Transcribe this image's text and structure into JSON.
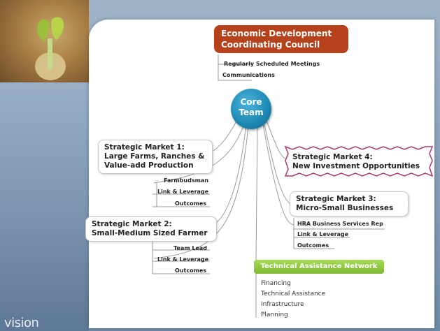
{
  "watermark": "vision",
  "econ_council": [
    "Economic Development",
    "Coordinating Council"
  ],
  "econ_items": [
    "Regularly Scheduled Meetings",
    "Communications"
  ],
  "core": [
    "Core",
    "Team"
  ],
  "sm1": [
    "Strategic Market 1:",
    "Large Farms, Ranches &",
    "Value-add Production"
  ],
  "sm1_items": [
    "Farmbudsman",
    "Link & Leverage",
    "Outcomes"
  ],
  "sm2": [
    "Strategic Market 2:",
    "Small-Medium Sized Farmer"
  ],
  "sm2_items": [
    "Team Lead",
    "Link & Leverage",
    "Outcomes"
  ],
  "sm3": [
    "Strategic Market 3:",
    "Micro-Small Businesses"
  ],
  "sm3_items": [
    "HRA Business Services Rep",
    "Link & Leverage",
    "Outcomes"
  ],
  "sm4": [
    "Strategic Market  4:",
    "New Investment Opportunities"
  ],
  "tan": "Technical Assistance Network",
  "tan_items": [
    "Financing",
    "Technical Assistance",
    "Infrastructure",
    "Planning"
  ],
  "colors": {
    "council": "#b5421a",
    "core": "#1d88b4",
    "tan": "#8cc63f",
    "sm4_border": "#a6386e"
  }
}
